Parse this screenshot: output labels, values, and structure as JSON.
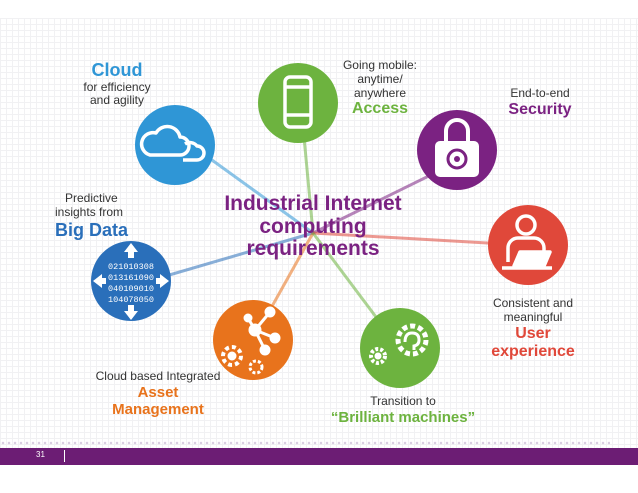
{
  "center": {
    "line1": "Industrial Internet",
    "line2": "computing",
    "line3": "requirements"
  },
  "nodes": {
    "cloud": {
      "title": "Cloud",
      "sub1": "for efficiency",
      "sub2": "and agility",
      "icon": "cloud-icon",
      "color": "#2f96d6"
    },
    "access": {
      "sub1": "Going mobile:",
      "sub2": "anytime/",
      "sub3": "anywhere",
      "title": "Access",
      "icon": "mobile-phone-icon",
      "color": "#6db33f"
    },
    "security": {
      "sub1": "End-to-end",
      "title": "Security",
      "icon": "padlock-icon",
      "color": "#7b2282"
    },
    "bigdata": {
      "sub1": "Predictive",
      "sub2": "insights from",
      "title": "Big Data",
      "icon": "binary-data-icon",
      "color": "#2a6fba",
      "digits": [
        "021010308",
        "013161090",
        "040109010",
        "104078050"
      ]
    },
    "user": {
      "sub1": "Consistent and",
      "sub2": "meaningful",
      "title1": "User",
      "title2": "experience",
      "icon": "user-laptop-icon",
      "color": "#e0483a"
    },
    "asset": {
      "sub1": "Cloud based Integrated",
      "title1": "Asset",
      "title2": "Management",
      "icon": "network-gears-icon",
      "color": "#e8731c"
    },
    "brilliant": {
      "sub1": "Transition to",
      "title": "“Brilliant machines”",
      "icon": "brain-gear-icon",
      "color": "#6db33f"
    }
  },
  "footer": {
    "page_number": "31"
  }
}
